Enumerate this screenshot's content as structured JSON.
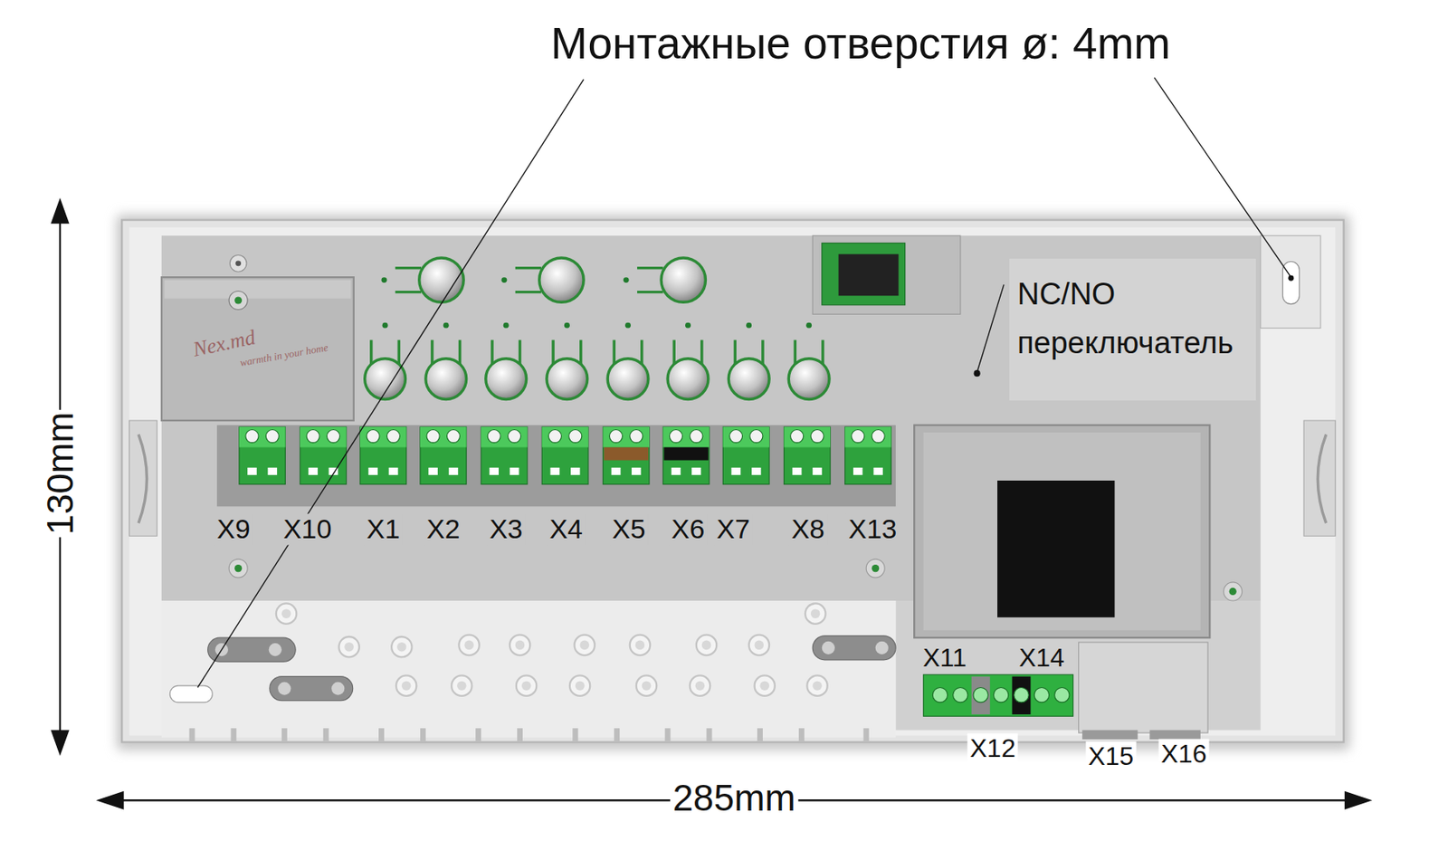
{
  "diagram": {
    "nodes": [
      {
        "text": [
          "NC/NO переключатель"
        ]
      }
    ],
    "labels": [
      "Монтажные отверстия ø: 4mm",
      "130mm",
      "285mm",
      "X9",
      "X10",
      "X1",
      "X2",
      "X3",
      "X4",
      "X5",
      "X6",
      "X7",
      "X8",
      "X13",
      "X11",
      "X14",
      "X12",
      "X15",
      "X16",
      "Nex.md",
      "warmth in your home"
    ]
  }
}
